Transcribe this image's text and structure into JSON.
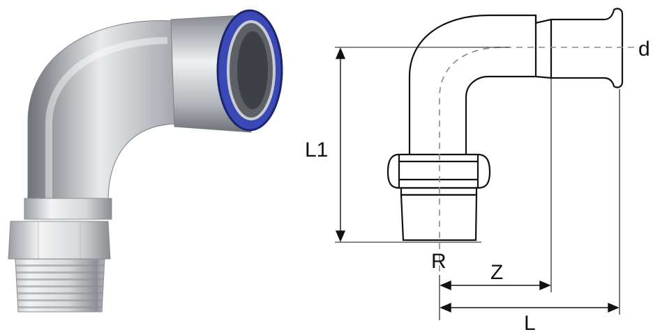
{
  "diagram": {
    "labels": {
      "l1": "L1",
      "d": "d",
      "r": "R",
      "z": "Z",
      "l": "L"
    }
  },
  "colors": {
    "ring": "#3a49b5",
    "line": "#111111",
    "dash": "#888888",
    "metal_light": "#eceef0",
    "metal_dark": "#6e7278"
  }
}
